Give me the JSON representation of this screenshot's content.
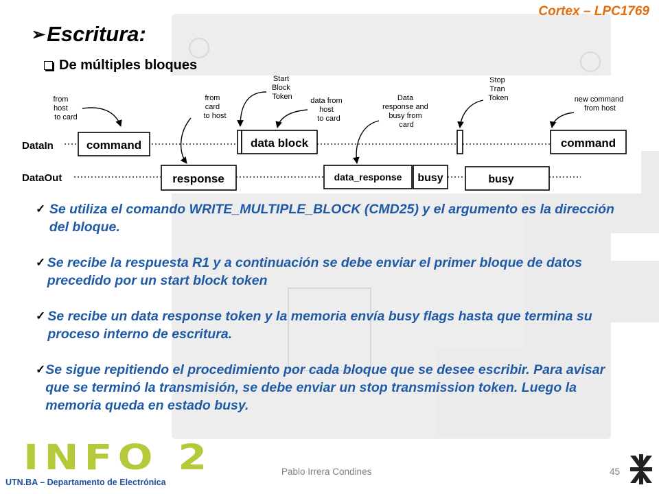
{
  "header": {
    "course": "Cortex – LPC1769"
  },
  "slide": {
    "title": "Escritura:",
    "subtitle": "De múltiples bloques"
  },
  "diagram": {
    "lines": {
      "datain": "DataIn",
      "dataout": "DataOut"
    },
    "boxes": {
      "command1": "command",
      "response": "response",
      "data_block": "data block",
      "data_response": "data_response",
      "busy1": "busy",
      "busy2": "busy",
      "command2": "command"
    },
    "annotations": {
      "from_host": [
        "from",
        "host",
        "to card"
      ],
      "from_card": [
        "from",
        "card",
        "to host"
      ],
      "start_block": [
        "Start",
        "Block",
        "Token"
      ],
      "data_from_host": [
        "data from",
        "host",
        "to card"
      ],
      "data_response_busy": [
        "Data",
        "response and",
        "busy from",
        "card"
      ],
      "stop_tran": [
        "Stop",
        "Tran",
        "Token"
      ],
      "new_command": [
        "new command",
        "from host"
      ]
    }
  },
  "bullets": [
    "Se utiliza el comando WRITE_MULTIPLE_BLOCK (CMD25) y el argumento es la dirección del bloque.",
    "Se recibe la respuesta R1 y a continuación se debe enviar el primer bloque de datos precedido por un start block token",
    "Se recibe un data response token y la memoria envía busy flags hasta que termina su proceso interno de escritura.",
    "Se sigue repitiendo el procedimiento por cada bloque que se desee escribir. Para avisar que se terminó la transmisión, se debe enviar un stop transmission token. Luego la memoria queda en estado busy."
  ],
  "footer": {
    "logo_text": "INFO 2",
    "department": "UTN.BA – Departamento de Electrónica",
    "author": "Pablo Irrera Condines",
    "page_number": "45"
  },
  "colors": {
    "accent_orange": "#e46c0a",
    "bullet_blue": "#1f5aa6",
    "logo_green": "#b6c93a",
    "dept_blue": "#1f4e9c"
  }
}
